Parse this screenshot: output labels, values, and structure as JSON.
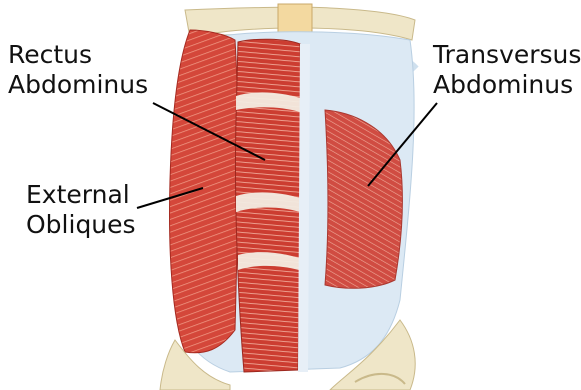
{
  "labels": {
    "rectus": [
      "Rectus",
      "Abdominus"
    ],
    "transversus": [
      "Transversus",
      "Abdominus"
    ],
    "external": [
      "External",
      "Obliques"
    ]
  },
  "colors": {
    "muscle": "#d4473a",
    "muscle_dark": "#b8332a",
    "muscle_light": "#e88a78",
    "fascia": "#d9e8f4",
    "bone": "#efe6c8",
    "leader": "#000000"
  }
}
